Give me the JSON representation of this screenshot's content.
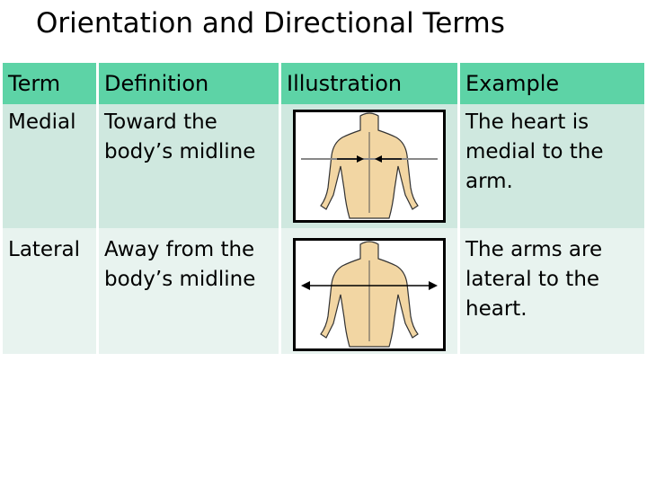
{
  "title": "Orientation and Directional Terms",
  "table": {
    "headers": [
      "Term",
      "Definition",
      "Illustration",
      "Example"
    ],
    "rows": [
      {
        "term": "Medial",
        "definition": "Toward the body’s midline",
        "illustration_icon": "torso-arrows-inward-icon",
        "example": "The heart is medial to the arm."
      },
      {
        "term": "Lateral",
        "definition": "Away from the body’s midline",
        "illustration_icon": "torso-arrows-outward-icon",
        "example": "The arms are lateral to the heart."
      }
    ]
  },
  "colors": {
    "header_bg": "#5dd3a6",
    "row1_bg": "#cfe8df",
    "row2_bg": "#e8f3ef",
    "skin": "#f2d6a3"
  }
}
